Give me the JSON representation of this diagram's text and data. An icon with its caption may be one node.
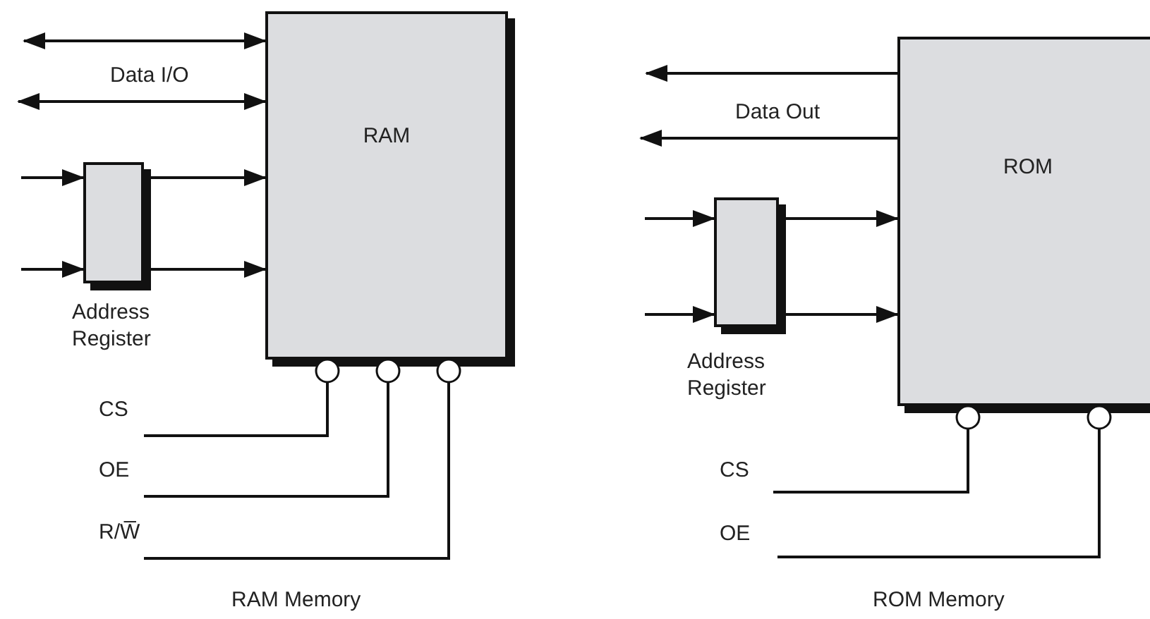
{
  "diagram": {
    "nodes": [
      {
        "text": [
          "RAM"
        ]
      },
      {
        "text": [],
        "shape": "box",
        "beside": [
          "Address Register"
        ]
      },
      {
        "text": [
          "ROM"
        ]
      },
      {
        "text": [],
        "shape": "box",
        "beside": [
          "Address Register"
        ]
      }
    ],
    "edges": [
      {
        "from": null,
        "to": 0,
        "arrow": "both"
      },
      {
        "from": null,
        "to": 0,
        "arrow": "both"
      },
      {
        "from": null,
        "to": 1,
        "arrow": "to"
      },
      {
        "from": null,
        "to": 1,
        "arrow": "to"
      },
      {
        "from": 1,
        "to": 0,
        "arrow": "to"
      },
      {
        "from": 1,
        "to": 0,
        "arrow": "to"
      },
      {
        "from": null,
        "to": 0,
        "arrow": "other"
      },
      {
        "from": null,
        "to": 0,
        "arrow": "other"
      },
      {
        "from": null,
        "to": 0,
        "arrow": "other"
      },
      {
        "from": 2,
        "to": null,
        "arrow": "to"
      },
      {
        "from": 2,
        "to": null,
        "arrow": "to"
      },
      {
        "from": null,
        "to": 3,
        "arrow": "to"
      },
      {
        "from": null,
        "to": 3,
        "arrow": "to"
      },
      {
        "from": 3,
        "to": 2,
        "arrow": "to"
      },
      {
        "from": 3,
        "to": 2,
        "arrow": "to"
      },
      {
        "from": null,
        "to": 2,
        "arrow": "other"
      },
      {
        "from": null,
        "to": 2,
        "arrow": "other"
      }
    ],
    "labels": [
      "Data I/O",
      "CS",
      "OE",
      "R/W̅",
      "RAM Memory",
      "Data Out",
      "CS",
      "OE",
      "ROM Memory"
    ]
  }
}
